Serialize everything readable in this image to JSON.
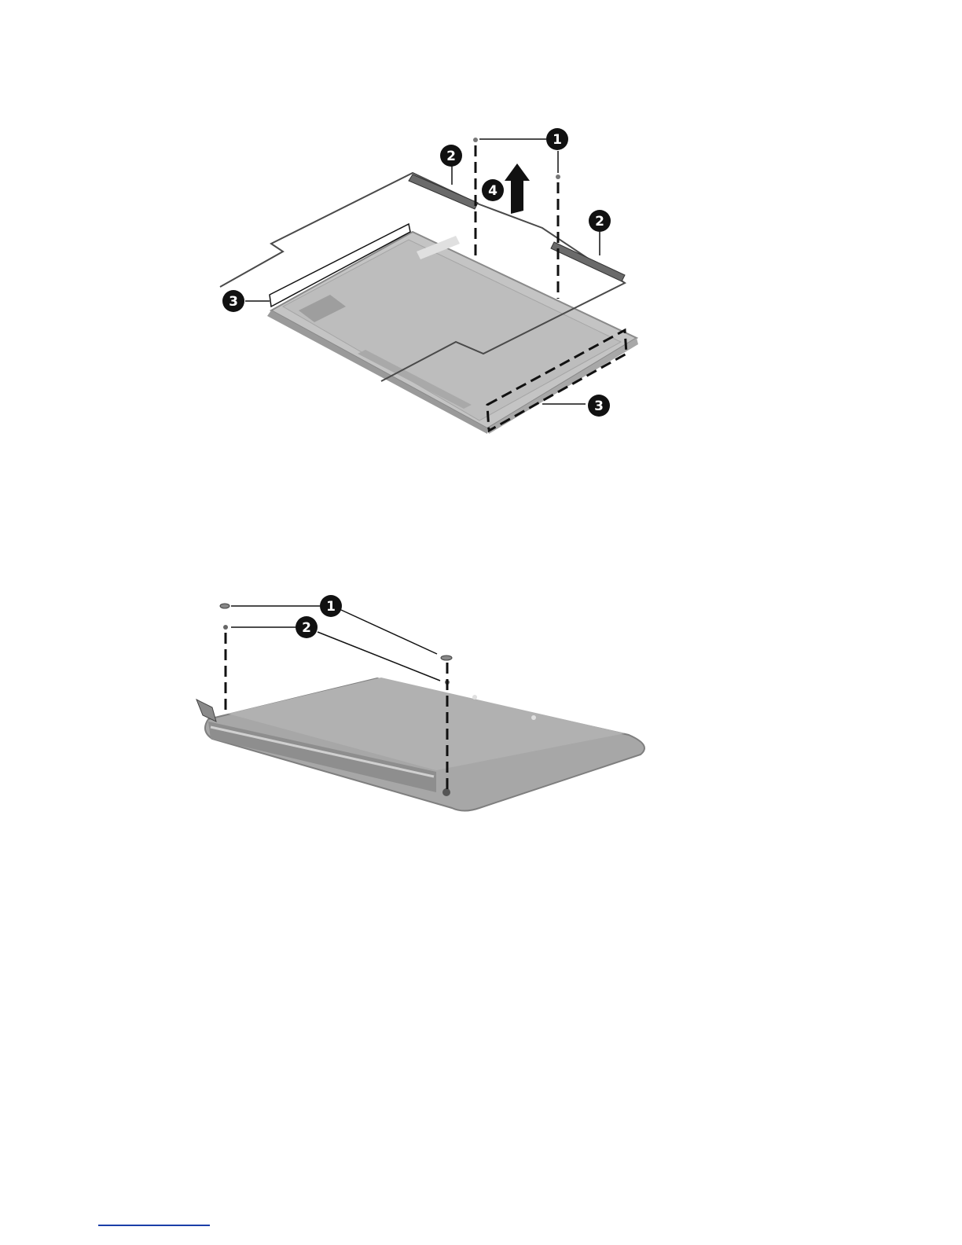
{
  "figures": [
    {
      "name": "display-enclosure-top-view",
      "callouts": [
        {
          "id": "c1",
          "label": "1"
        },
        {
          "id": "c2a",
          "label": "2"
        },
        {
          "id": "c2b",
          "label": "2"
        },
        {
          "id": "c3a",
          "label": "3"
        },
        {
          "id": "c3b",
          "label": "3"
        },
        {
          "id": "c4",
          "label": "4"
        }
      ],
      "icons": [
        "removal-arrow-icon",
        "screw-icon",
        "hinge-icon",
        "antenna-cable-icon"
      ]
    },
    {
      "name": "display-enclosure-bottom-view",
      "callouts": [
        {
          "id": "c1",
          "label": "1"
        },
        {
          "id": "c2",
          "label": "2"
        }
      ],
      "icons": [
        "screw-icon",
        "screw-cover-icon"
      ]
    }
  ],
  "colors": {
    "callout_fill": "#111111",
    "part_gray": "#b9b9b9",
    "part_dark": "#8c8c8c",
    "link_blue": "#1a3ea8"
  }
}
